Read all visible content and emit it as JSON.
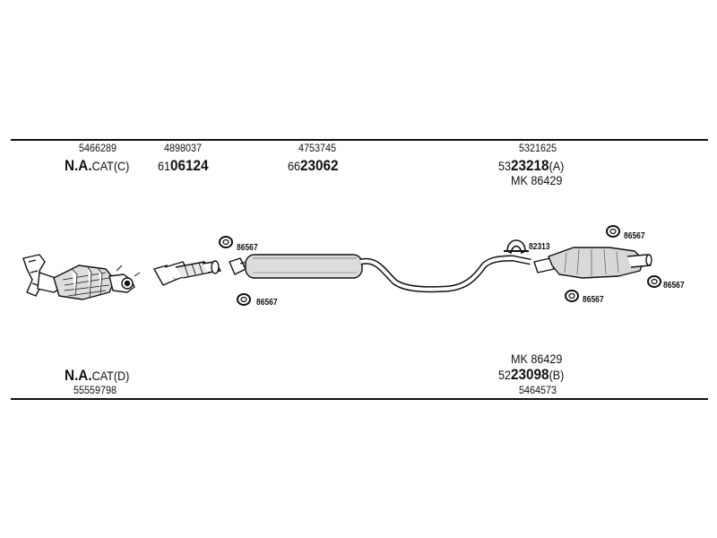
{
  "top": {
    "group1": {
      "pn": "5466289",
      "type_prefix": "N.A.",
      "type_suffix": "CAT(C)"
    },
    "group2": {
      "pn": "4898037",
      "prefix": "61",
      "code": "06124"
    },
    "group3": {
      "pn": "4753745",
      "prefix": "66",
      "code": "23062"
    },
    "group4": {
      "pn": "5321625",
      "prefix": "53",
      "code": "23218",
      "suffix": "(A)",
      "kit": "MK  86429"
    }
  },
  "bottom": {
    "group1": {
      "type_prefix": "N.A.",
      "type_suffix": "CAT(D)",
      "pn": "55559798"
    },
    "group4": {
      "kit": "MK  86429",
      "prefix": "52",
      "code": "23098",
      "suffix": "(B)",
      "pn": "5464573"
    }
  },
  "clamps": {
    "front_upper": "86567",
    "front_lower": "86567",
    "rear_bracket": "82313",
    "rear_top": "86567",
    "rear_mid": "86567",
    "rear_right": "86567"
  }
}
